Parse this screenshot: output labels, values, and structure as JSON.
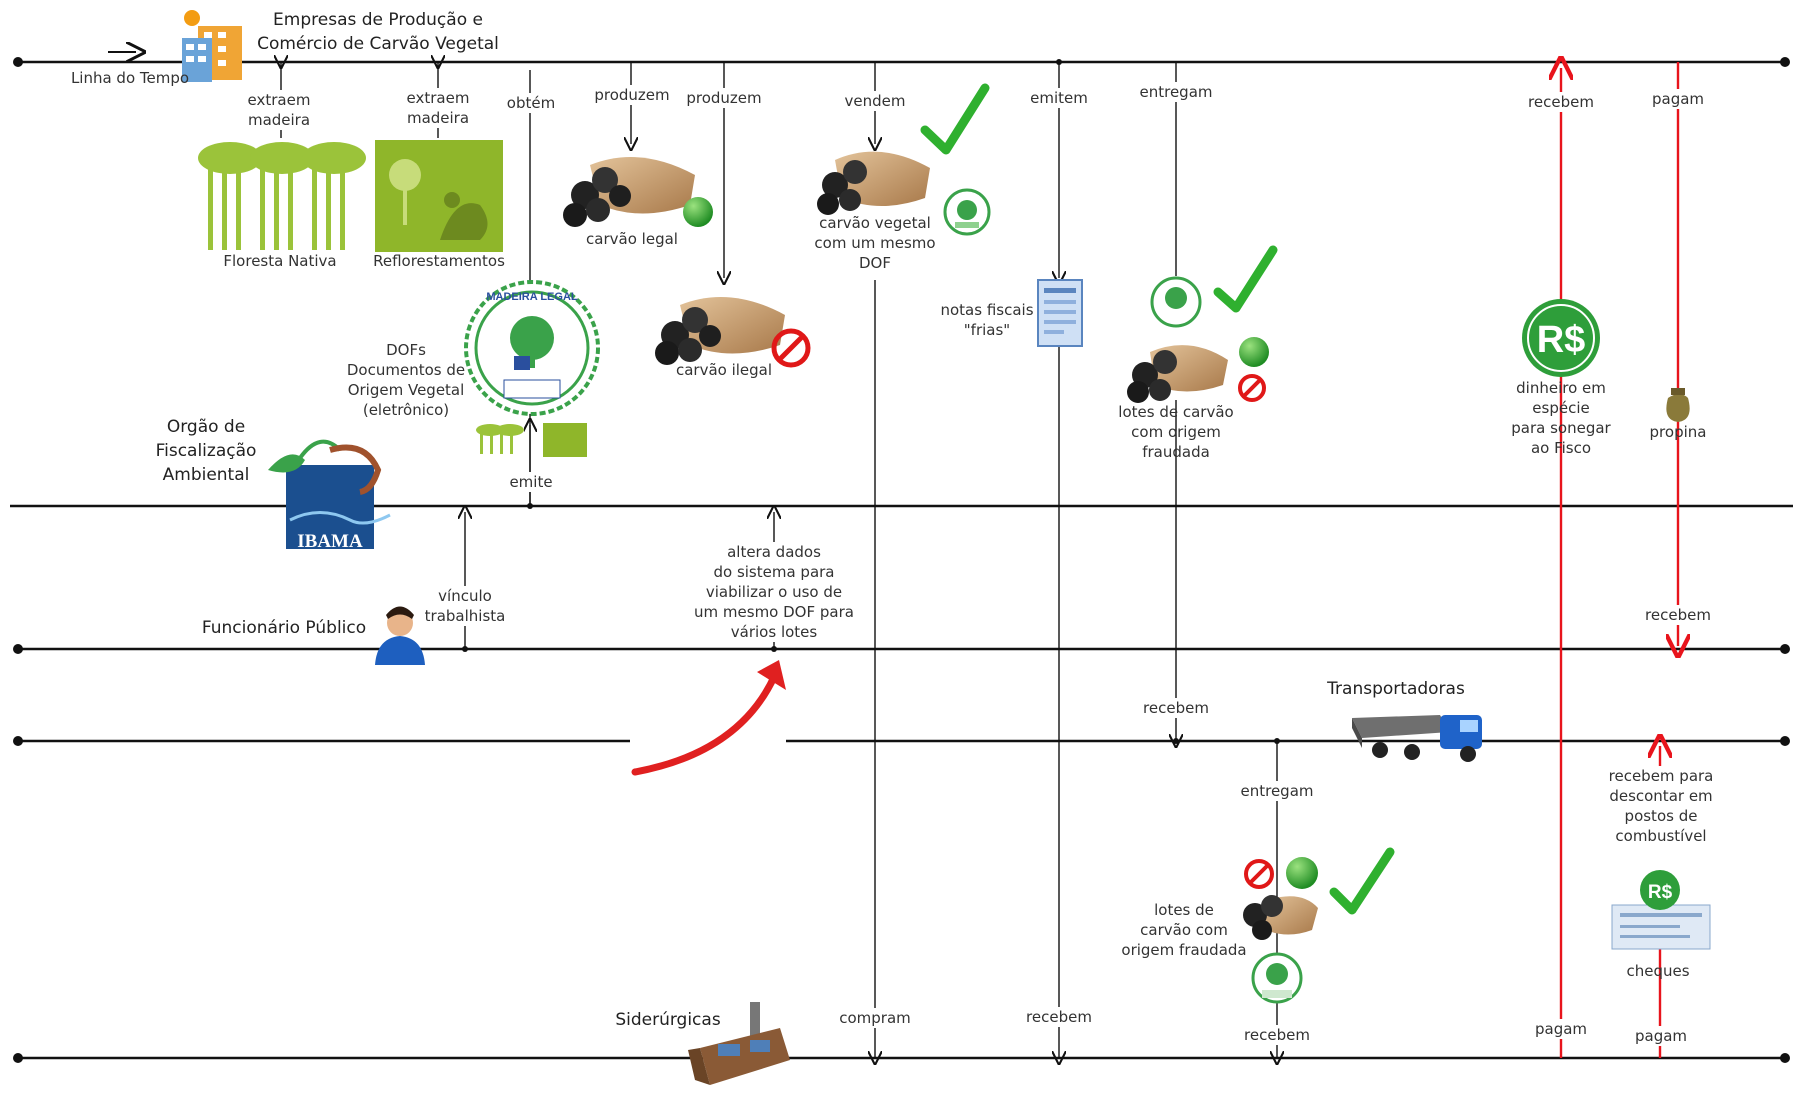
{
  "actors": {
    "companies": "Empresas de Produção e\nComércio de Carvão Vegetal",
    "timeline": "Linha do Tempo",
    "agency": "Orgão de\nFiscalização\nAmbiental",
    "agency_logo": "IBAMA",
    "official": "Funcionário Público",
    "carriers": "Transportadoras",
    "steel": "Siderúrgicas"
  },
  "verbs": {
    "extraem_1": "extraem\nmadeira",
    "extraem_2": "extraem\nmadeira",
    "obtem": "obtém",
    "produzem_1": "produzem",
    "produzem_2": "produzem",
    "vendem": "vendem",
    "emitem": "emitem",
    "entregam_1": "entregam",
    "recebem_1": "recebem",
    "pagam_1": "pagam",
    "emite": "emite",
    "vinculo": "vínculo\ntrabalhista",
    "altera": "altera dados\ndo sistema para\nviabilizar o uso de\num mesmo DOF para\nvários lotes",
    "recebem_2": "recebem",
    "recebem_3": "recebem",
    "entregam_2": "entregam",
    "recebem_para": "recebem para\ndescontar em\npostos de combustível",
    "compram": "compram",
    "recebem_4": "recebem",
    "recebem_5": "recebem",
    "pagam_2": "pagam",
    "pagam_3": "pagam"
  },
  "items": {
    "floresta": "Floresta Nativa",
    "reflorestamentos": "Reflorestamentos",
    "carvao_legal": "carvão legal",
    "carvao_ilegal": "carvão ilegal",
    "carvao_mesmo_dof": "carvão vegetal\ncom um mesmo\nDOF",
    "notas": "notas fiscais\n\"frias\"",
    "lotes_1": "lotes de carvão\ncom origem\nfraudada",
    "dinheiro": "dinheiro em\nespécie\npara sonegar\nao Fisco",
    "propina": "propina",
    "dofs": "DOFs\nDocumentos de\nOrigem Vegetal\n(eletrônico)",
    "lotes_2": "lotes de\ncarvão com\norigem fraudada",
    "cheques": "cheques",
    "money_symbol": "R$",
    "seal_text": "MADEIRA LEGAL"
  },
  "colors": {
    "line": "#111111",
    "money_line": "#e8141c",
    "green": "#2e9e3a",
    "check": "#2fb02f",
    "stop": "#e01818",
    "forest": "#8fc135",
    "ibama": "#1b4f8f"
  }
}
